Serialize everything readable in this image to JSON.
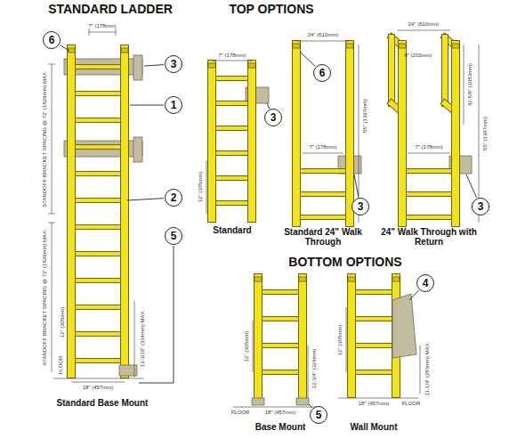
{
  "diagram": {
    "nodes": [
      {
        "text": [
          "6"
        ]
      },
      {
        "text": [
          "3"
        ]
      },
      {
        "text": [
          "1"
        ]
      },
      {
        "text": [
          "2"
        ]
      },
      {
        "text": [
          "5"
        ]
      },
      {
        "text": [
          "3"
        ]
      },
      {
        "text": [
          "6"
        ]
      },
      {
        "text": [
          "3"
        ]
      },
      {
        "text": [
          "3"
        ]
      },
      {
        "text": [
          "5"
        ]
      },
      {
        "text": [
          "4"
        ]
      }
    ],
    "labels": [
      "STANDARD LADDER",
      "TOP OPTIONS",
      "BOTTOM OPTIONS",
      "7\" (178mm)",
      "STANDOFF BRACKET SPACING @ 72\" (1829mm) MAX.",
      "STANDOFF BRACKET SPACING @ 72\" (1829mm) MAX.",
      "12\" (305mm)",
      "13-3/16\" (334mm) MAX.",
      "18\" (457mm)",
      "FLOOR",
      "Standard Base Mount",
      "7\" (178mm)",
      "12\" (305mm)",
      "Standard",
      "24\" (610mm)",
      "55\" (1397mm)",
      "7\" (178mm)",
      "Standard 24\" Walk Through",
      "24\" (610mm)",
      "8\" (203mm)",
      "42-5/8\" (1083mm)",
      "55\" (1397mm)",
      "7\" (178mm)",
      "24\" Walk Through with Return",
      "12\" (305mm)",
      "12-3/4\" (324mm)",
      "18\" (457mm)",
      "FLOOR",
      "Base Mount",
      "12\" (305mm)",
      "11-1/4\" (286mm) MAX.",
      "18\" (457mm)",
      "FLOOR",
      "Wall Mount"
    ]
  }
}
